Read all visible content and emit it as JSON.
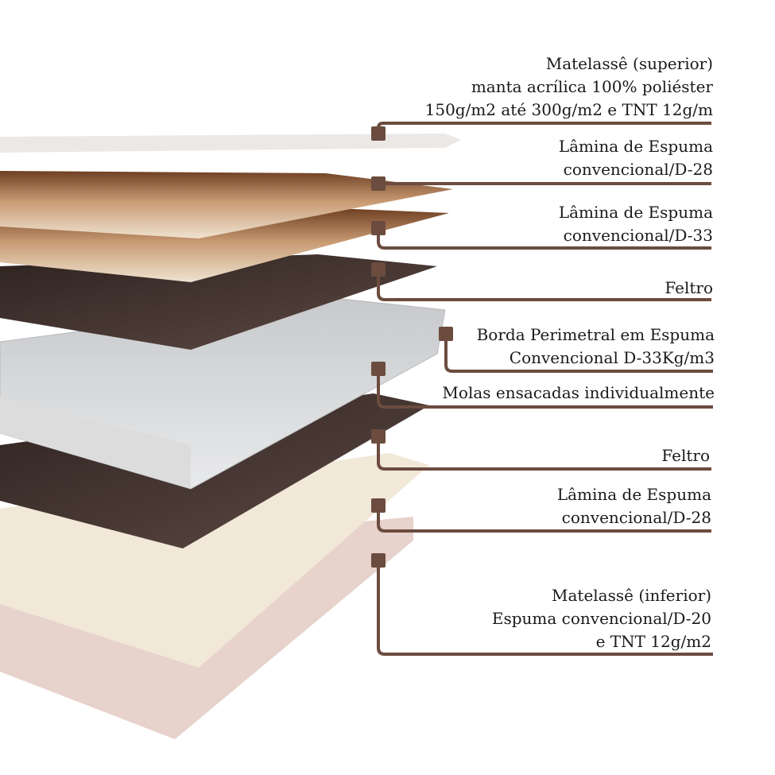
{
  "colors": {
    "leader": "#6b4c3f",
    "text": "#1a1a1a"
  },
  "layers": [
    {
      "lines": [
        "Matelassê (superior)",
        "manta acrílica 100% poliéster",
        "150g/m2 até 300g/m2 e TNT 12g/m"
      ]
    },
    {
      "lines": [
        "Lâmina de Espuma",
        "convencional/D-28"
      ]
    },
    {
      "lines": [
        "Lâmina de Espuma",
        "convencional/D-33"
      ]
    },
    {
      "lines": [
        "Feltro"
      ]
    },
    {
      "lines": [
        "Borda Perimetral em Espuma",
        "Convencional D-33Kg/m3"
      ]
    },
    {
      "lines": [
        "Molas ensacadas individualmente"
      ]
    },
    {
      "lines": [
        "Feltro"
      ]
    },
    {
      "lines": [
        "Lâmina de Espuma",
        "convencional/D-28"
      ]
    },
    {
      "lines": [
        "Matelassê (inferior)",
        "Espuma convencional/D-20",
        "e TNT 12g/m2"
      ]
    }
  ]
}
